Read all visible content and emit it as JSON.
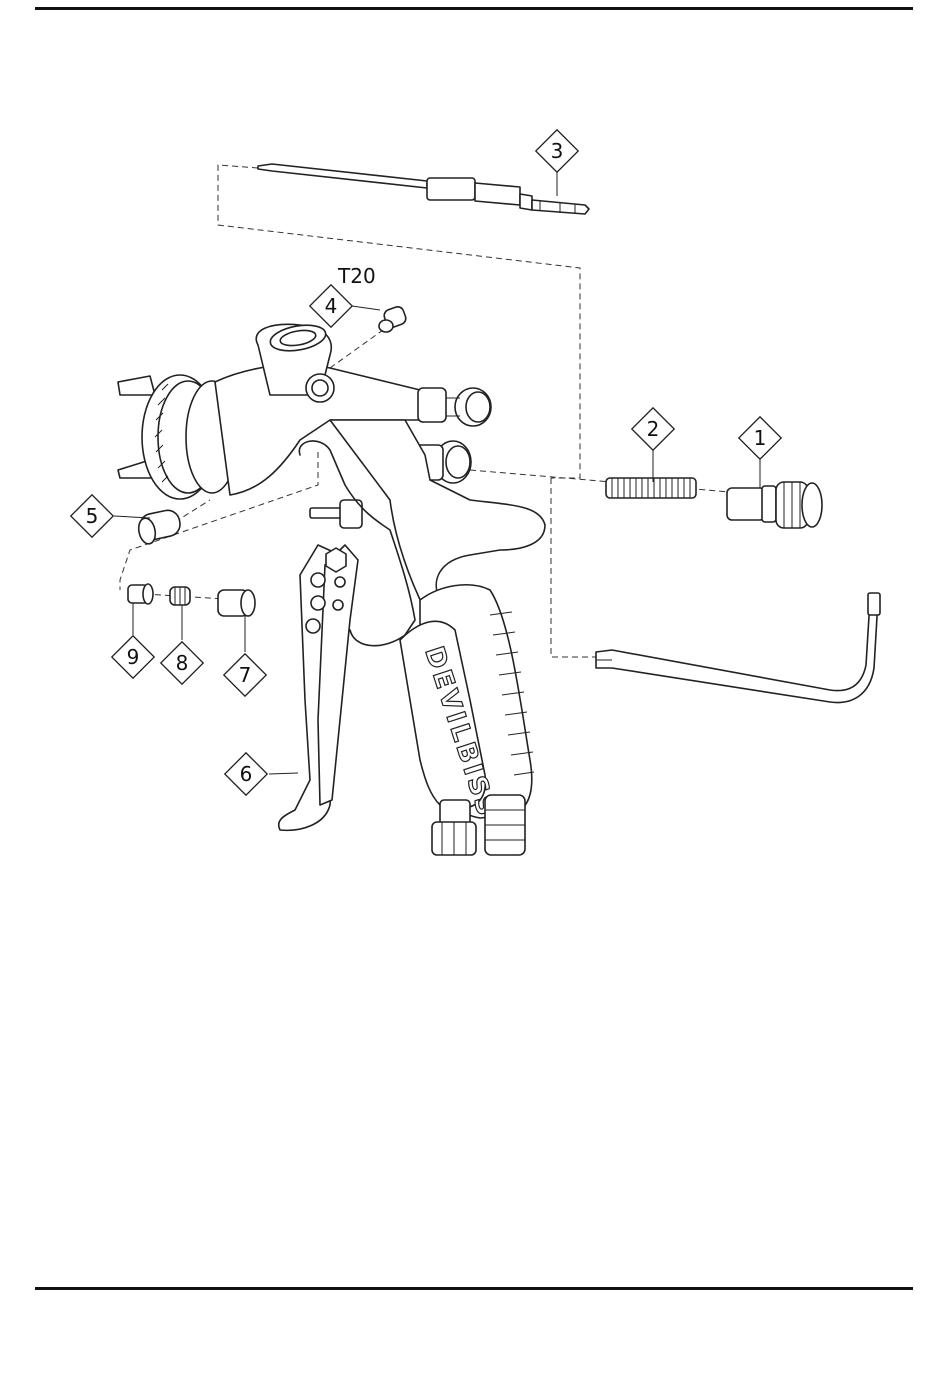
{
  "diagram": {
    "torque_label": "T20",
    "brand_lettering": "DEVILBISS",
    "callouts": [
      {
        "id": "1",
        "text": "1"
      },
      {
        "id": "2",
        "text": "2"
      },
      {
        "id": "3",
        "text": "3"
      },
      {
        "id": "4",
        "text": "4"
      },
      {
        "id": "5",
        "text": "5"
      },
      {
        "id": "6",
        "text": "6"
      },
      {
        "id": "7",
        "text": "7"
      },
      {
        "id": "8",
        "text": "8"
      },
      {
        "id": "9",
        "text": "9"
      }
    ]
  }
}
